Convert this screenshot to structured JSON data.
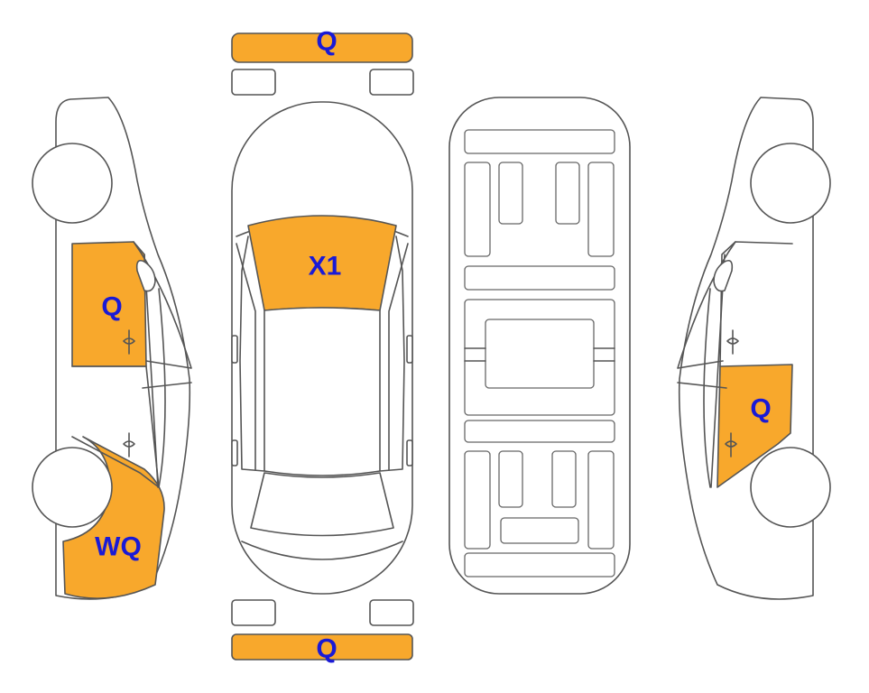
{
  "colors": {
    "damage": "#f8a82c",
    "label": "#1a1ad6",
    "outline": "#555555"
  },
  "labels": {
    "front_bumper": "Q",
    "windshield": "X1",
    "left_front_door": "Q",
    "left_rear_quarter": "WQ",
    "right_rear_door": "Q",
    "rear_bumper": "Q"
  }
}
